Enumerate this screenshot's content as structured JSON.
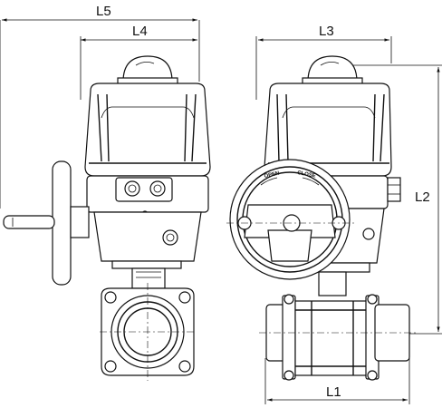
{
  "dimensions": {
    "l1": "L1",
    "l2": "L2",
    "l3": "L3",
    "l4": "L4",
    "l5": "L5"
  },
  "handwheel_labels": {
    "open": "OPEN",
    "close": "CLOSE"
  }
}
